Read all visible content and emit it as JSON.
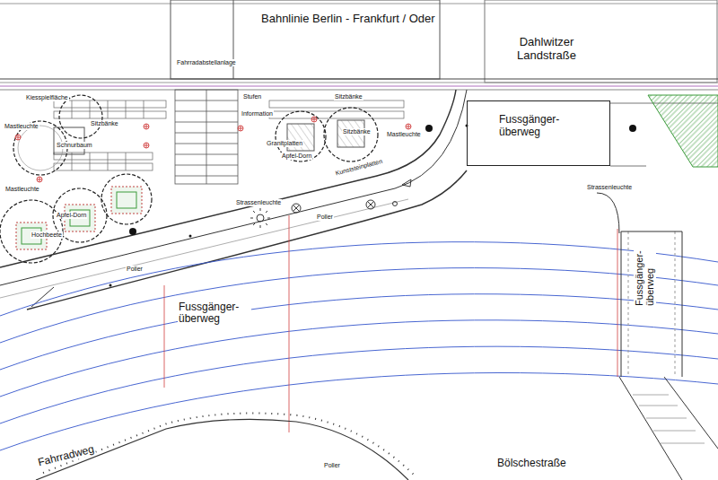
{
  "diagram": {
    "nodes": [
      {
        "text": [
          "Fussgänger- überweg"
        ]
      }
    ],
    "labels": [
      "Bahnlinie Berlin - Frankfurt / Oder",
      "Dahlwitzer Landstraße",
      "Fussgänger- überweg",
      "Fussgänger- überweg",
      "Fahrradweg",
      "Bölschestraße",
      "Kiesspielfläche",
      "Mastleuchte",
      "Sitzbänke",
      "Schnurbaum",
      "Mastleuchte",
      "Apfel-Dorn",
      "Hochbeete",
      "Fahrradabstellanlage",
      "Stufen",
      "Information",
      "Granitplatten",
      "Apfel-Dorn",
      "Sitzbänke",
      "Sitzbänke",
      "Mastleuchte",
      "Kunststeinplatten",
      "Strassenleuchte",
      "Poller",
      "Poller",
      "Strassenleuchte",
      "Poller"
    ]
  }
}
